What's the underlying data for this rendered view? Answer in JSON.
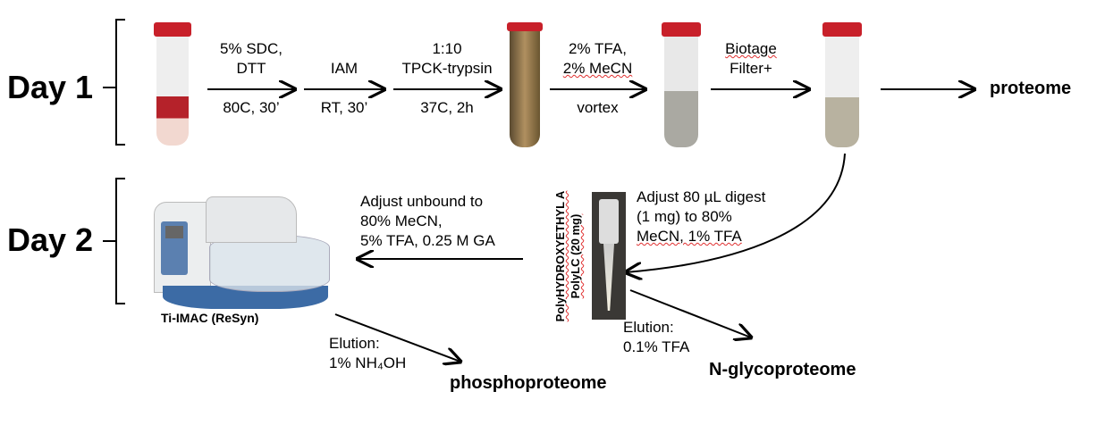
{
  "days": [
    "Day 1",
    "Day 2"
  ],
  "steps": [
    {
      "above": [
        "5% SDC,",
        "DTT"
      ],
      "below": "80C, 30’"
    },
    {
      "above": [
        "IAM"
      ],
      "below": "RT, 30’"
    },
    {
      "above": [
        "1:10",
        "TPCK-trypsin"
      ],
      "below": "37C, 2h"
    },
    {
      "above": [
        "2% TFA,",
        "2% MeCN"
      ],
      "below": "vortex"
    },
    {
      "above": [
        "Biotage",
        "Filter+"
      ],
      "below": ""
    }
  ],
  "proteome": "proteome",
  "tip_label": [
    "PolyHYDROXYETHYL A",
    "PolyLC (20 mg)"
  ],
  "adjust_digest": [
    "Adjust 80 µL digest",
    "(1 mg) to 80%",
    "MeCN, 1% TFA"
  ],
  "adjust_unbound": [
    "Adjust unbound to",
    "80% MeCN,",
    "5% TFA, 0.25 M GA"
  ],
  "instrument": "Ti-IMAC (ReSyn)",
  "elution_phospho": [
    "Elution:",
    "1% NH₄OH"
  ],
  "phosphoproteome": "phosphoproteome",
  "elution_glyco": [
    "Elution:",
    "0.1% TFA"
  ],
  "glycoproteome": "N-glycoproteome"
}
